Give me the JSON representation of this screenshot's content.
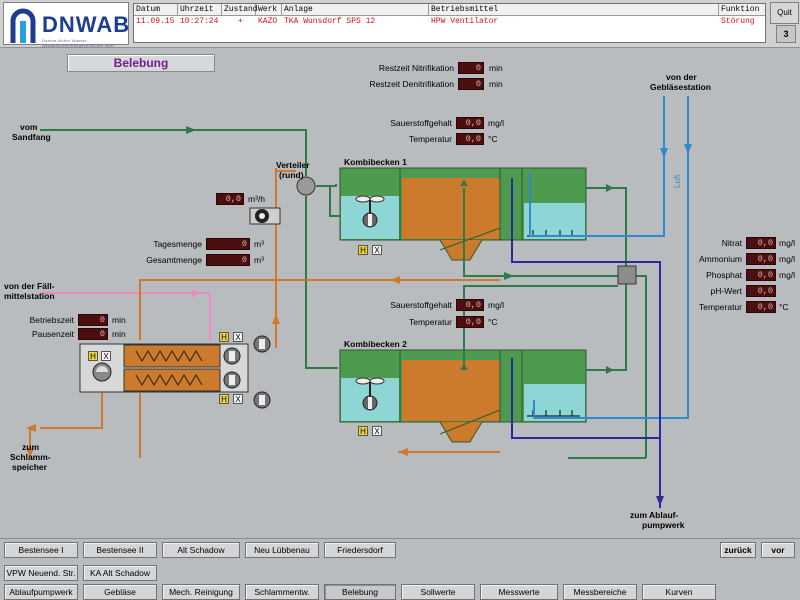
{
  "header": {
    "logo": {
      "brand": "DNWAB",
      "tagline": "Dahme-Nuthe Wasser-, Abwasserbetriebsgesellschaft mbH"
    },
    "columns": [
      "Datum",
      "Uhrzeit",
      "Zustand",
      "Werk",
      "Anlage",
      "Betriebsmittel",
      "Funktion"
    ],
    "row": [
      "11.09.15",
      "10:27:24",
      "+",
      "KAZO",
      "TKA Wunsdorf SPS 12",
      "HPW Ventilator",
      "Störung"
    ],
    "quit_label": "Quit",
    "page_number": "3"
  },
  "main": {
    "title": "Belebung",
    "restzeit_nitri_label": "Restzeit Nitrifikation",
    "restzeit_nitri_value": "0",
    "restzeit_denitri_label": "Restzeit Denitrifikation",
    "restzeit_denitri_value": "0",
    "min_unit": "min",
    "o2_1_label": "Sauerstoffgehalt",
    "o2_1_value": "0,0",
    "o2_unit": "mg/l",
    "temp_1_label": "Temperatur",
    "temp_1_value": "0,0",
    "temp_unit": "°C",
    "o2_2_label": "Sauerstoffgehalt",
    "o2_2_value": "0,0",
    "temp_2_label": "Temperatur",
    "temp_2_value": "0,0",
    "vom_sandfang": [
      "vom",
      "Sandfang"
    ],
    "verteiler": [
      "Verteiler",
      "(rund)"
    ],
    "flow_value": "0,0",
    "flow_unit": "m³/h",
    "tagesmenge_label": "Tagesmenge",
    "tagesmenge_value": "0",
    "gesamtmenge_label": "Gesamtmenge",
    "gesamtmenge_value": "0",
    "m3_unit": "m³",
    "faellmittel": [
      "von der Fäll-",
      "mittelstation"
    ],
    "betriebszeit_label": "Betriebszeit",
    "betriebszeit_value": "0",
    "pausenzeit_label": "Pausenzeit",
    "pausenzeit_value": "0",
    "schlammspeicher": [
      "zum",
      "Schlamm-",
      "speicher"
    ],
    "kombibecken1": "Kombibecken 1",
    "kombibecken2": "Kombibecken 2",
    "geblaese": [
      "von der",
      "Gebläsestation"
    ],
    "luft": "Luft",
    "ablauf": [
      "zum Ablauf-",
      "pumpwerk"
    ],
    "nitrat_label": "Nitrat",
    "nitrat_value": "0,0",
    "ammonium_label": "Ammonium",
    "ammonium_value": "0,0",
    "phosphat_label": "Phosphat",
    "phosphat_value": "0,0",
    "ph_label": "pH-Wert",
    "ph_value": "0,0",
    "temp_r_label": "Temperatur",
    "temp_r_value": "0,0",
    "h": "H",
    "x": "X"
  },
  "nav": {
    "row1": [
      "Bestensee I",
      "Bestensee II",
      "Alt Schadow",
      "Neu Lübbenau",
      "Friedersdorf"
    ],
    "back": "zurück",
    "forward": "vor",
    "row2": [
      "VPW Neuend. Str.",
      "KA Alt Schadow"
    ],
    "row3": [
      "Ablaufpumpwerk",
      "Gebläse",
      "Mech. Reinigung",
      "Schlammentw.",
      "Belebung",
      "Sollwerte",
      "Messwerte",
      "Messbereiche",
      "Kurven"
    ]
  },
  "colors": {
    "green_pipe": "#2f7a48",
    "orange_pipe": "#d0782c",
    "blue_pipe": "#2f8ad0",
    "navy_pipe": "#2a2a9a",
    "pink_pipe": "#ee88c8",
    "tank_green": "#4e9a4e",
    "sludge_orange": "#cc7a2c",
    "water_cyan": "#8ed6d6",
    "title_purple": "#7a1a8f",
    "alarm_red": "#dd1111"
  }
}
